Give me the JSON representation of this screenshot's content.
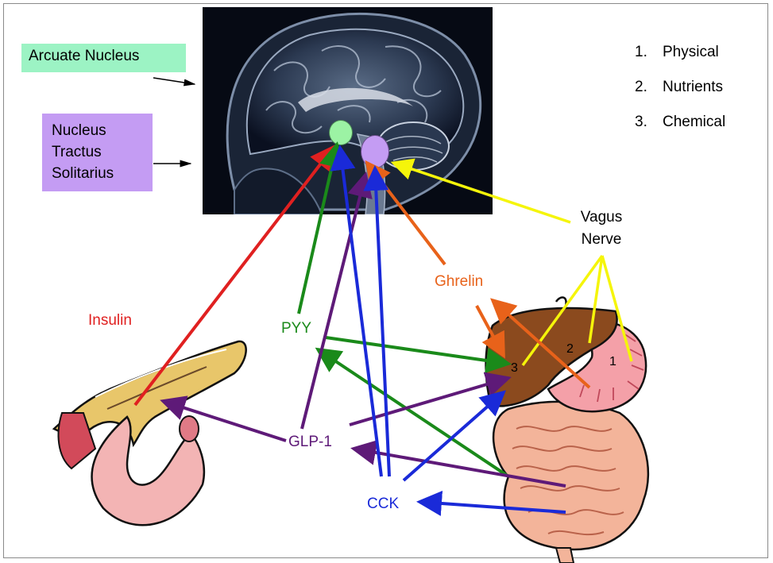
{
  "labels": {
    "arcuate_nucleus": "Arcuate Nucleus",
    "nts_line1": "Nucleus",
    "nts_line2": "Tractus",
    "nts_line3": "Solitarius",
    "vagus_line1": "Vagus",
    "vagus_line2": "Nerve",
    "insulin": "Insulin",
    "pyy": "PYY",
    "ghrelin": "Ghrelin",
    "glp1": "GLP-1",
    "cck": "CCK"
  },
  "legend": [
    {
      "number": "1.",
      "text": "Physical"
    },
    {
      "number": "2.",
      "text": "Nutrients"
    },
    {
      "number": "3.",
      "text": "Chemical"
    }
  ],
  "organ_markers": {
    "one": "1",
    "two": "2",
    "three": "3"
  },
  "colors": {
    "insulin": "#e02020",
    "pyy": "#1a8a1a",
    "ghrelin": "#e8621a",
    "glp1": "#5e1a78",
    "cck": "#1a2ad8",
    "vagus": "#f5f50a",
    "arcuate": "#9cf3c4",
    "nts": "#c49cf3"
  }
}
